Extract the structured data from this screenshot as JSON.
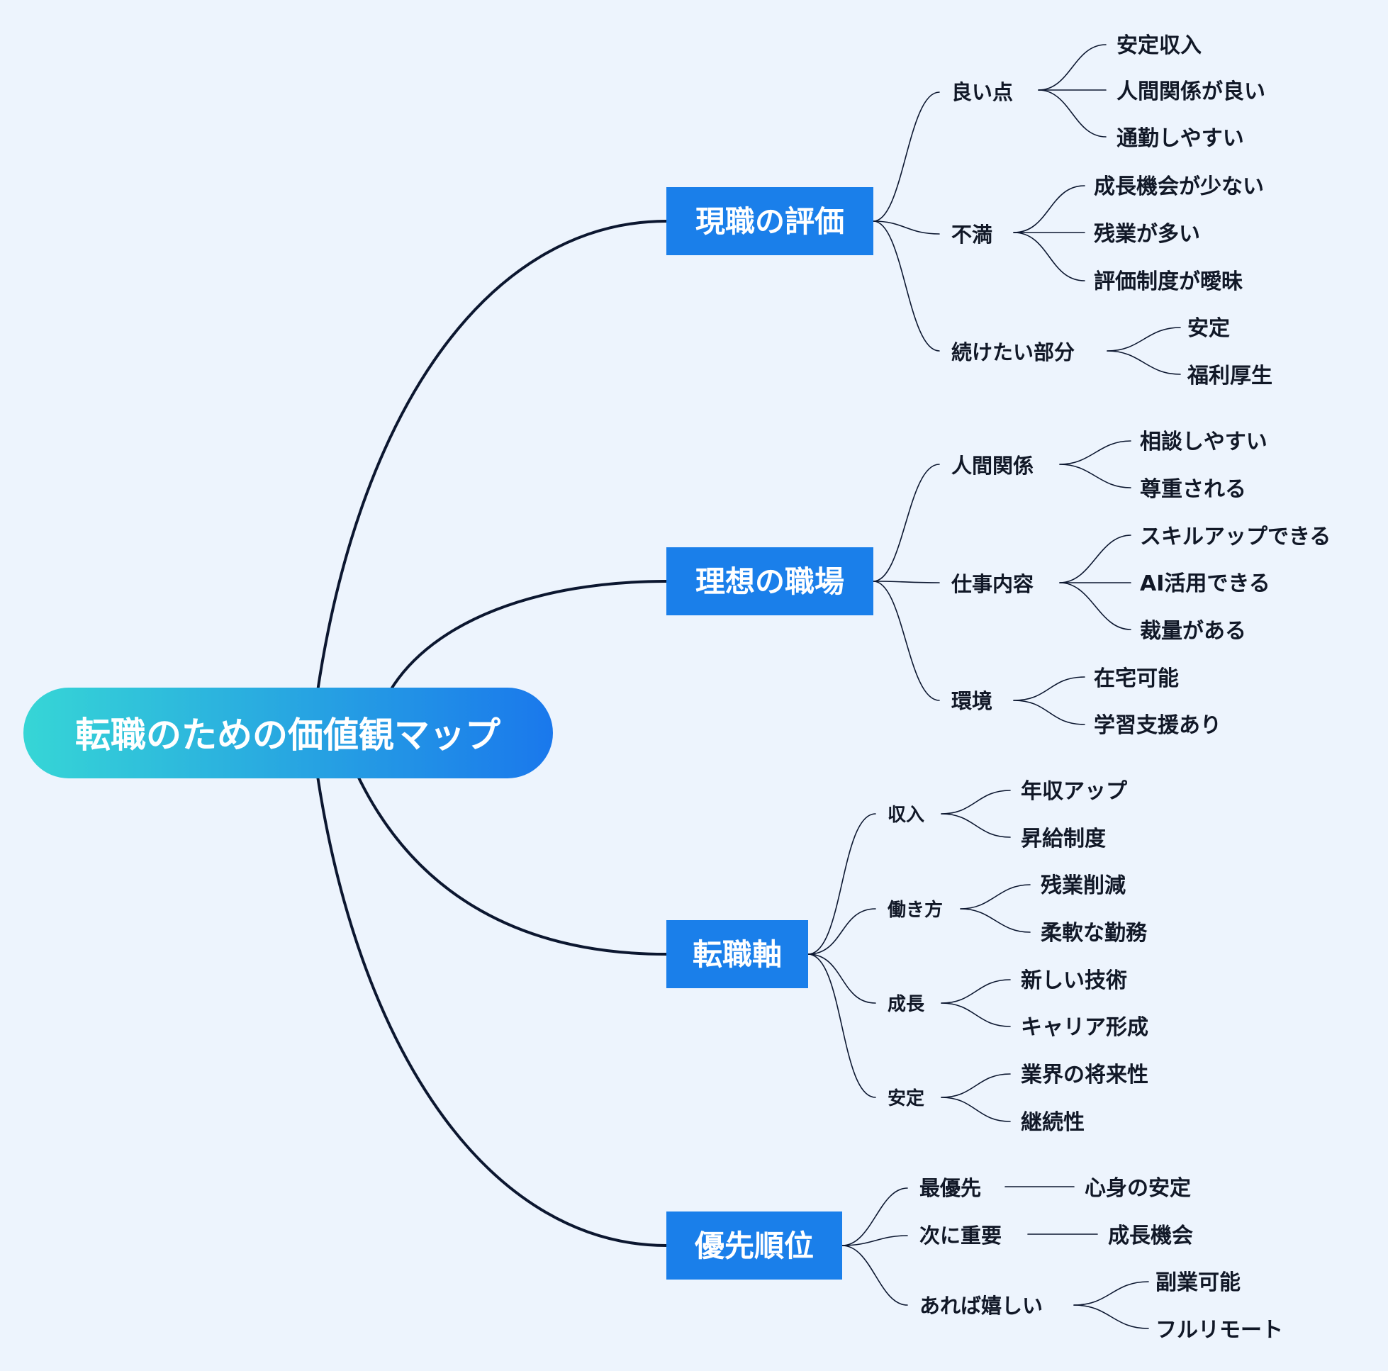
{
  "colors": {
    "background": "#edf4fd",
    "branch_fill": "#1a7fea",
    "root_gradient_start": "#36d6d6",
    "root_gradient_end": "#1a78ec",
    "line": "#0c1730"
  },
  "mindmap": {
    "root": "転職のための価値観マップ",
    "branches": [
      {
        "label": "現職の評価",
        "children": [
          {
            "label": "良い点",
            "children": [
              "安定収入",
              "人間関係が良い",
              "通勤しやすい"
            ]
          },
          {
            "label": "不満",
            "children": [
              "成長機会が少ない",
              "残業が多い",
              "評価制度が曖昧"
            ]
          },
          {
            "label": "続けたい部分",
            "children": [
              "安定",
              "福利厚生"
            ]
          }
        ]
      },
      {
        "label": "理想の職場",
        "children": [
          {
            "label": "人間関係",
            "children": [
              "相談しやすい",
              "尊重される"
            ]
          },
          {
            "label": "仕事内容",
            "children": [
              "スキルアップできる",
              "AI活用できる",
              "裁量がある"
            ]
          },
          {
            "label": "環境",
            "children": [
              "在宅可能",
              "学習支援あり"
            ]
          }
        ]
      },
      {
        "label": "転職軸",
        "children": [
          {
            "label": "収入",
            "children": [
              "年収アップ",
              "昇給制度"
            ]
          },
          {
            "label": "働き方",
            "children": [
              "残業削減",
              "柔軟な勤務"
            ]
          },
          {
            "label": "成長",
            "children": [
              "新しい技術",
              "キャリア形成"
            ]
          },
          {
            "label": "安定",
            "children": [
              "業界の将来性",
              "継続性"
            ]
          }
        ]
      },
      {
        "label": "優先順位",
        "children": [
          {
            "label": "最優先",
            "children": [
              "心身の安定"
            ]
          },
          {
            "label": "次に重要",
            "children": [
              "成長機会"
            ]
          },
          {
            "label": "あれば嬉しい",
            "children": [
              "副業可能",
              "フルリモート"
            ]
          }
        ]
      }
    ]
  }
}
